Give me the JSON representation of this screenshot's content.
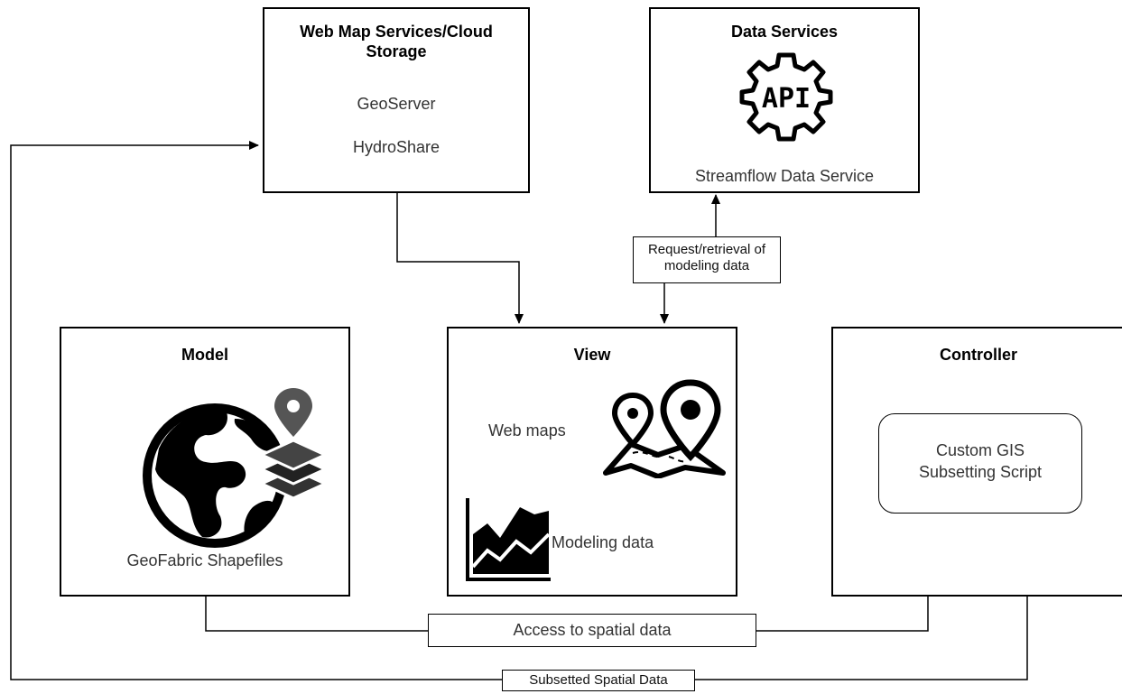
{
  "wms": {
    "title": "Web Map Services/Cloud Storage",
    "items": [
      "GeoServer",
      "HydroShare"
    ]
  },
  "data_services": {
    "title": "Data Services",
    "api_text": "API",
    "item": "Streamflow Data Service"
  },
  "request_label": "Request/retrieval of modeling data",
  "model": {
    "title": "Model",
    "caption": "GeoFabric Shapefiles"
  },
  "view": {
    "title": "View",
    "web_maps": "Web maps",
    "modeling_data": "Modeling data"
  },
  "controller": {
    "title": "Controller",
    "script": "Custom GIS Subsetting Script"
  },
  "access_label": "Access to spatial data",
  "subsetted_label": "Subsetted Spatial Data"
}
